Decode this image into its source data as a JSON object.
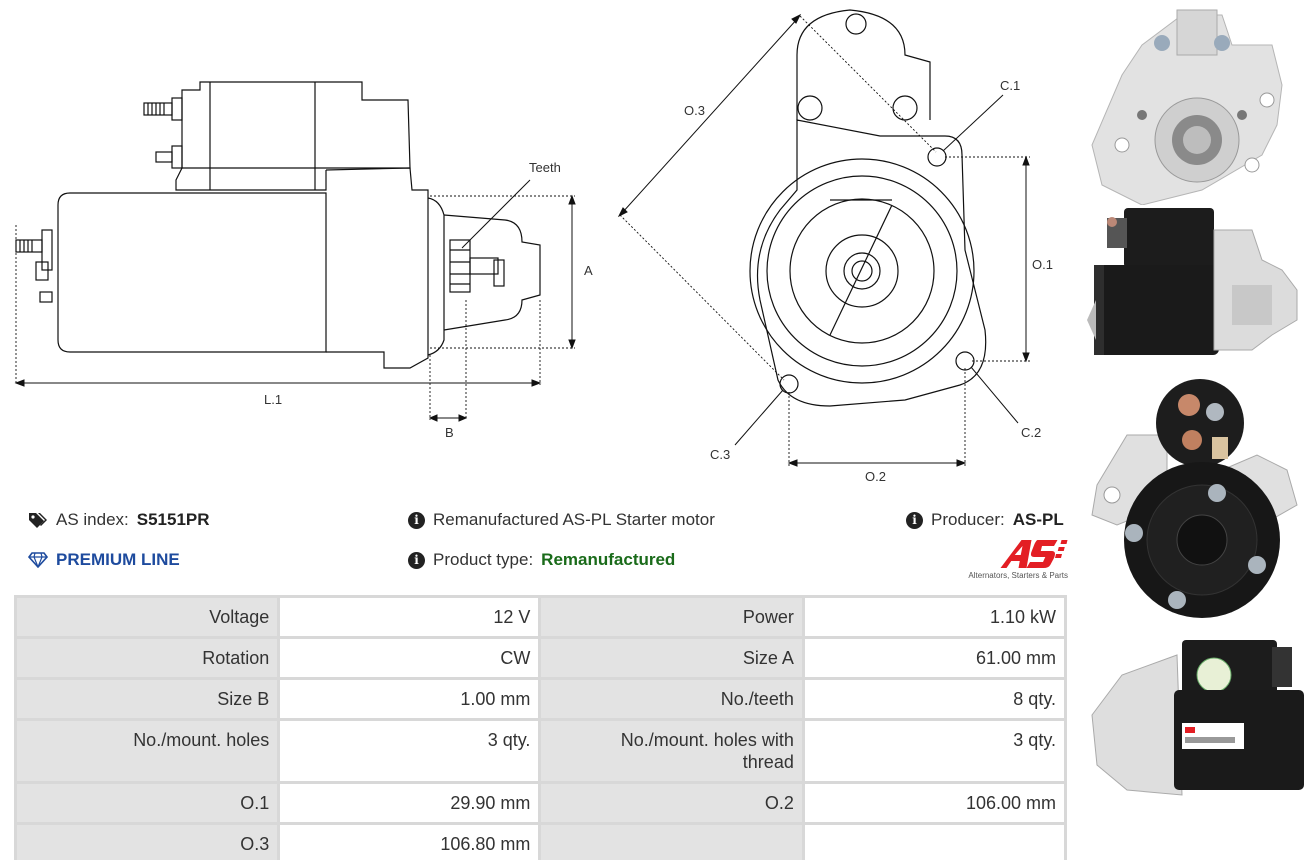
{
  "drawing": {
    "labels": {
      "teeth": "Teeth",
      "a": "A",
      "b": "B",
      "l1": "L.1",
      "o3": "O.3",
      "c1": "C.1",
      "o1": "O.1",
      "c2": "C.2",
      "c3": "C.3",
      "o2": "O.2"
    }
  },
  "info": {
    "as_index_label": "AS index:",
    "as_index_value": "S5151PR",
    "premium_line": "PREMIUM LINE",
    "description": "Remanufactured AS-PL Starter motor",
    "product_type_label": "Product type:",
    "product_type_value": "Remanufactured",
    "producer_label": "Producer:",
    "producer_value": "AS-PL",
    "logo_tagline": "Alternators, Starters & Parts"
  },
  "params": {
    "rows": [
      [
        {
          "label": "Voltage",
          "value": "12 V"
        },
        {
          "label": "Power",
          "value": "1.10 kW"
        }
      ],
      [
        {
          "label": "Rotation",
          "value": "CW"
        },
        {
          "label": "Size A",
          "value": "61.00 mm"
        }
      ],
      [
        {
          "label": "Size B",
          "value": "1.00 mm"
        },
        {
          "label": "No./teeth",
          "value": "8 qty."
        }
      ],
      [
        {
          "label": "No./mount. holes",
          "value": "3 qty."
        },
        {
          "label": "No./mount. holes with thread",
          "value": "3 qty."
        }
      ],
      [
        {
          "label": "O.1",
          "value": "29.90 mm"
        },
        {
          "label": "O.2",
          "value": "106.00 mm"
        }
      ],
      [
        {
          "label": "O.3",
          "value": "106.80 mm"
        },
        {
          "label": "",
          "value": ""
        }
      ]
    ]
  },
  "colors": {
    "premium": "#1e4b9e",
    "remanufactured": "#1a6b1a",
    "logo_red": "#e31e24",
    "table_label_bg": "#e3e3e3",
    "table_border": "#d8d8d8"
  },
  "icons": [
    "tags-icon",
    "diamond-icon",
    "info-icon"
  ]
}
